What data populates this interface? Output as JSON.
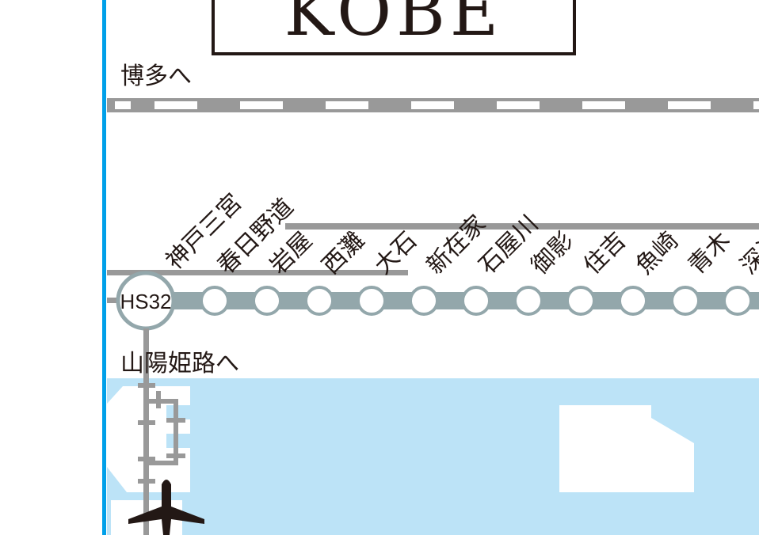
{
  "title": "KOBE",
  "labels": {
    "to_hakata": "博多へ",
    "to_himeji": "山陽姫路へ"
  },
  "line": {
    "terminal_code": "HS32",
    "color": "#93a7ab",
    "stations": [
      "神戸三宮",
      "春日野道",
      "岩屋",
      "西灘",
      "大石",
      "新在家",
      "石屋川",
      "御影",
      "住吉",
      "魚崎",
      "青木",
      "深江"
    ]
  },
  "colors": {
    "border_blue": "#00a0e9",
    "water": "#bce3f7",
    "rail_gray": "#999999",
    "ink": "#231815"
  },
  "icons": [
    "airplane-icon"
  ]
}
